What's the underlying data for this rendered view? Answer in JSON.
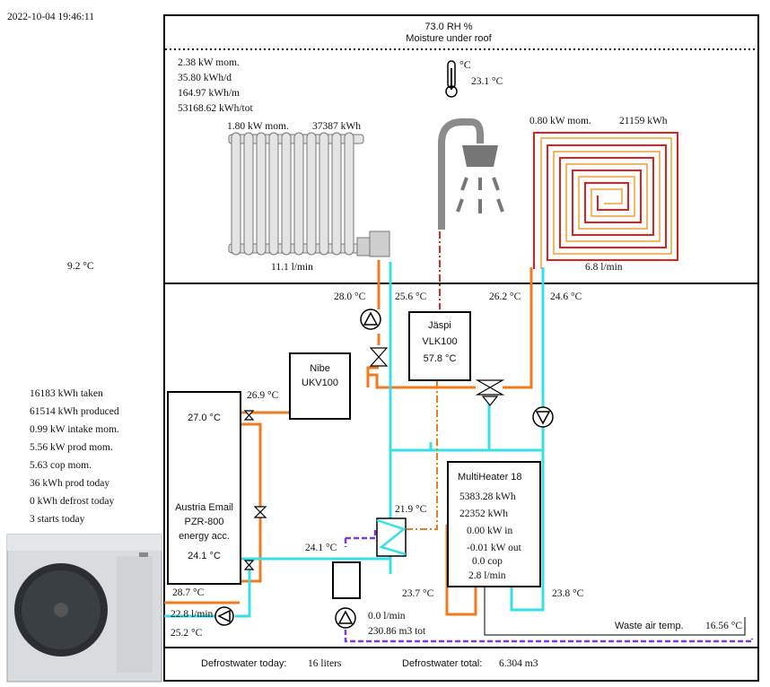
{
  "timestamp": "2022-10-04 19:46:11",
  "outdoor_temp": "9.2 °C",
  "roof": {
    "humidity": "73.0 RH %",
    "label": "Moisture under roof"
  },
  "totals": {
    "mom": "2.38 kW mom.",
    "day": "35.80 kWh/d",
    "month": "164.97 kWh/m",
    "total": "53168.62 kWh/tot"
  },
  "room_temp": "23.1 °C",
  "radiator": {
    "power": "1.80 kW mom.",
    "energy": "37387 kWh",
    "flow": "11.1 l/min"
  },
  "floor_heating": {
    "power": "0.80 kW mom.",
    "energy": "21159 kWh",
    "flow": "6.8 l/min"
  },
  "heatpump_stats": [
    "16183 kWh taken",
    "61514 kWh produced",
    "0.99 kW intake mom.",
    "5.56 kW prod mom.",
    "5.63 cop mom.",
    "36 kWh prod today",
    "0  kWh defrost today",
    "3 starts today"
  ],
  "temps": {
    "rad_supply": "28.0 °C",
    "rad_return": "25.6 °C",
    "floor_supply": "26.2 °C",
    "floor_return": "24.6 °C",
    "ukv_in": "26.9 °C",
    "tank_top": "27.0 °C",
    "tank_bottom": "24.1 °C",
    "hx_out": "21.9 °C",
    "loop_left": "24.1 °C",
    "hp_supply": "28.7 °C",
    "hp_return": "25.2 °C",
    "mh_in": "23.7 °C",
    "mh_out": "23.8 °C"
  },
  "hp_flow": "22.8 l/min",
  "jaspi": {
    "name": "Jäspi",
    "model": "VLK100",
    "temp": "57.8 °C"
  },
  "nibe": {
    "name": "Nibe",
    "model": "UKV100"
  },
  "tank": {
    "line1": "Austria Email",
    "line2": "PZR-800",
    "line3": "energy acc."
  },
  "multiheater": {
    "name": "MultiHeater 18",
    "kwh1": "5383.28 kWh",
    "kwh2": "22352 kWh",
    "in": "0.00 kW in",
    "out": "-0.01 kW out",
    "cop": "0.0 cop",
    "flow": "2.8 l/min"
  },
  "water": {
    "flow": "0.0 l/min",
    "total": "230.86 m3 tot"
  },
  "waste_air": {
    "label": "Waste air temp.",
    "value": "16.56 °C"
  },
  "defrost": {
    "today_label": "Defrostwater today:",
    "today_value": "16 liters",
    "total_label": "Defrostwater total:",
    "total_value": "6.304 m3"
  },
  "colors": {
    "hot": "#f07b1f",
    "cold": "#36e0e6",
    "dhw": "#e22020",
    "defrost": "#7a3ad8"
  }
}
